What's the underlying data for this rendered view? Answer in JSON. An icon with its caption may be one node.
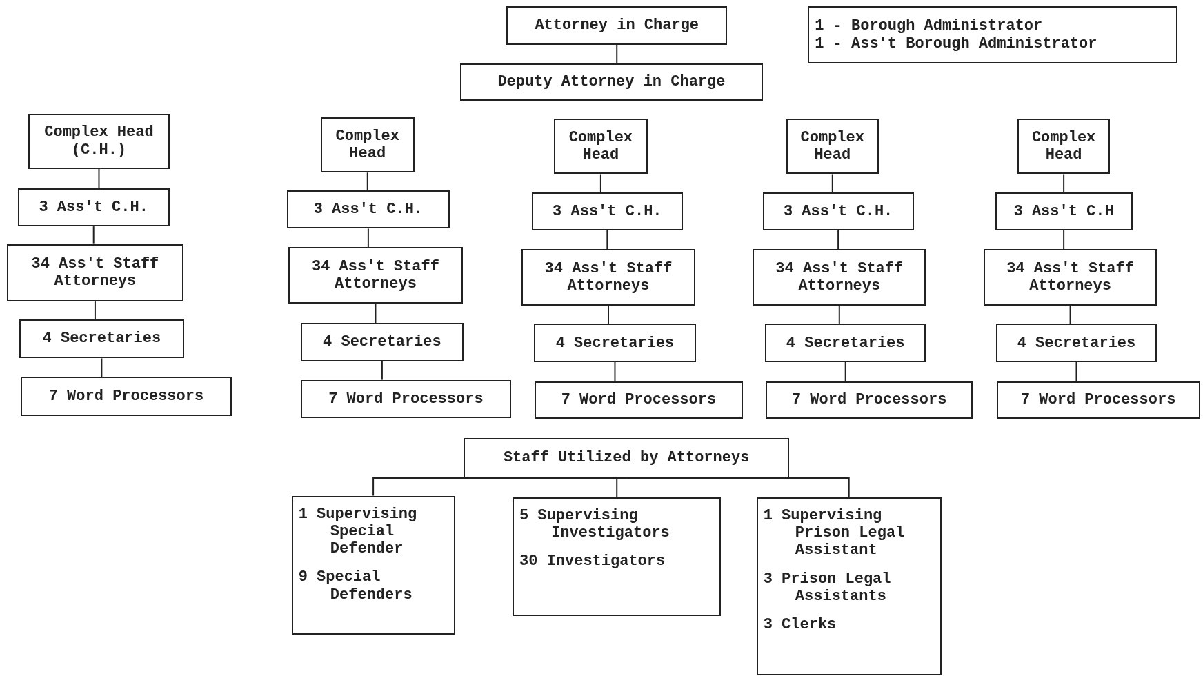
{
  "diagram": {
    "nodes": [
      {
        "text": [
          "Attorney in Charge"
        ]
      },
      {
        "text": [
          "Deputy Attorney in Charge"
        ]
      },
      {
        "text": [
          "1 - Borough Administrator",
          "1 - Ass't Borough Administrator"
        ]
      },
      {
        "text": [
          "Complex Head (C.H.)"
        ]
      },
      {
        "text": [
          "3 Ass't C.H."
        ]
      },
      {
        "text": [
          "34 Ass't Staff Attorneys"
        ]
      },
      {
        "text": [
          "4 Secretaries"
        ]
      },
      {
        "text": [
          "7 Word Processors"
        ]
      },
      {
        "text": [
          "Complex Head"
        ]
      },
      {
        "text": [
          "3 Ass't C.H."
        ]
      },
      {
        "text": [
          "34 Ass't Staff Attorneys"
        ]
      },
      {
        "text": [
          "4 Secretaries"
        ]
      },
      {
        "text": [
          "7 Word Processors"
        ]
      },
      {
        "text": [
          "Complex Head"
        ]
      },
      {
        "text": [
          "3 Ass't C.H."
        ]
      },
      {
        "text": [
          "34 Ass't Staff Attorneys"
        ]
      },
      {
        "text": [
          "4 Secretaries"
        ]
      },
      {
        "text": [
          "7 Word Processors"
        ]
      },
      {
        "text": [
          "Complex Head"
        ]
      },
      {
        "text": [
          "3 Ass't C.H."
        ]
      },
      {
        "text": [
          "34 Ass't Staff Attorneys"
        ]
      },
      {
        "text": [
          "4 Secretaries"
        ]
      },
      {
        "text": [
          "7 Word Processors"
        ]
      },
      {
        "text": [
          "Complex Head"
        ]
      },
      {
        "text": [
          "3 Ass't C.H"
        ]
      },
      {
        "text": [
          "34 Ass't Staff Attorneys"
        ]
      },
      {
        "text": [
          "4 Secretaries"
        ]
      },
      {
        "text": [
          "7 Word Processors"
        ]
      },
      {
        "text": [
          "Staff Utilized by Attorneys"
        ]
      },
      {
        "text": [
          "1 Supervising Special Defender",
          "9 Special Defenders"
        ]
      },
      {
        "text": [
          "5 Supervising Investigators",
          "30 Investigators"
        ]
      },
      {
        "text": [
          "1 Supervising Prison Legal Assistant",
          "3 Prison Legal Assistants",
          "3 Clerks"
        ]
      }
    ],
    "edges": [
      {
        "from": 0,
        "to": 1,
        "arrow": "none"
      },
      {
        "from": 3,
        "to": 4,
        "arrow": "none"
      },
      {
        "from": 4,
        "to": 5,
        "arrow": "none"
      },
      {
        "from": 5,
        "to": 6,
        "arrow": "none"
      },
      {
        "from": 6,
        "to": 7,
        "arrow": "none"
      },
      {
        "from": 8,
        "to": 9,
        "arrow": "none"
      },
      {
        "from": 9,
        "to": 10,
        "arrow": "none"
      },
      {
        "from": 10,
        "to": 11,
        "arrow": "none"
      },
      {
        "from": 11,
        "to": 12,
        "arrow": "none"
      },
      {
        "from": 13,
        "to": 14,
        "arrow": "none"
      },
      {
        "from": 14,
        "to": 15,
        "arrow": "none"
      },
      {
        "from": 15,
        "to": 16,
        "arrow": "none"
      },
      {
        "from": 16,
        "to": 17,
        "arrow": "none"
      },
      {
        "from": 18,
        "to": 19,
        "arrow": "none"
      },
      {
        "from": 19,
        "to": 20,
        "arrow": "none"
      },
      {
        "from": 20,
        "to": 21,
        "arrow": "none"
      },
      {
        "from": 21,
        "to": 22,
        "arrow": "none"
      },
      {
        "from": 23,
        "to": 24,
        "arrow": "none"
      },
      {
        "from": 24,
        "to": 25,
        "arrow": "none"
      },
      {
        "from": 25,
        "to": 26,
        "arrow": "none"
      },
      {
        "from": 26,
        "to": 27,
        "arrow": "none"
      },
      {
        "from": 28,
        "to": 29,
        "arrow": "none"
      },
      {
        "from": 28,
        "to": 30,
        "arrow": "none"
      },
      {
        "from": 28,
        "to": 31,
        "arrow": "none"
      }
    ]
  }
}
